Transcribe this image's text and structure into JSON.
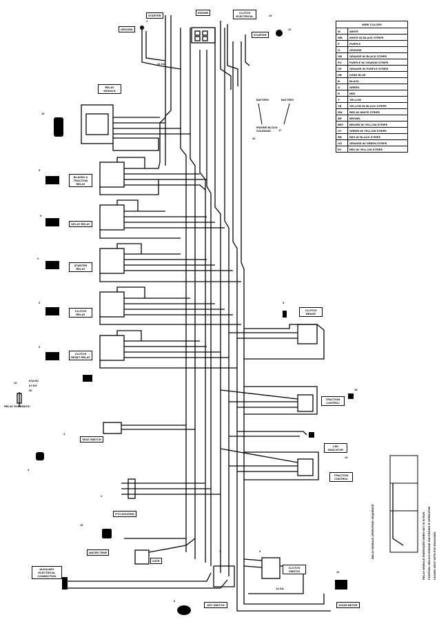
{
  "labels": {
    "starter_top": "STARTER",
    "engine": "ENGINE",
    "clutch_electrical": "CLUTCH ELECTRICAL",
    "ground": "GROUND",
    "starter_right": "STARTER",
    "relay_module": "RELAY MODULE",
    "battery_left": "BATTERY",
    "battery_right": "BATTERY",
    "engine_block_solenoid": "ENGINE BLOCK SOLENOID",
    "blades_traction_relay": "BLADES & TRACTION RELAY",
    "delay_relay": "DELAY RELAY",
    "starter_relay": "STARTER RELAY",
    "clutch_relay": "CLUTCH RELAY",
    "clutch_reset_relay": "CLUTCH RESET RELAY",
    "relay_schematic": "RELAY SCHEMATIC",
    "seat_switch": "SEAT SWITCH",
    "clutch_brake": "CLUTCH BRAKE",
    "traction_control_1": "TRACTION CONTROL",
    "traction_control_2": "TRACTION CONTROL",
    "led_indicator": "LED INDICATOR",
    "pto_housing": "PTO HOUSING",
    "water_temp": "WATER TEMP",
    "gate": "GATE",
    "clutch_switch": "CLUTCH SWITCH",
    "auxiliary_electrical": "AUXILIARY ELECTRICAL CONNECTION",
    "key_switch": "KEY SWITCH",
    "hour_meter": "HOUR METER",
    "gauge_14": "14 GA.",
    "relay_87a": "87A NC",
    "relay_87": "87 NO",
    "relay_30": "30"
  },
  "wire_colors": {
    "title": "WIRE COLORS",
    "rows": [
      {
        "code": "W",
        "name": "WHITE"
      },
      {
        "code": "WB",
        "name": "WHITE W/ BLACK STRIPE"
      },
      {
        "code": "P",
        "name": "PURPLE"
      },
      {
        "code": "O",
        "name": "ORANGE"
      },
      {
        "code": "OB",
        "name": "ORANGE W/ BLACK STRIPE"
      },
      {
        "code": "PO",
        "name": "PURPLE W/ ORANGE STRIPE"
      },
      {
        "code": "OP",
        "name": "ORANGE W/ PURPLE STRIPE"
      },
      {
        "code": "DB",
        "name": "DARK BLUE"
      },
      {
        "code": "B",
        "name": "BLACK"
      },
      {
        "code": "G",
        "name": "GREEN"
      },
      {
        "code": "R",
        "name": "RED"
      },
      {
        "code": "Y",
        "name": "YELLOW"
      },
      {
        "code": "YB",
        "name": "YELLOW W/ BLACK STRIPE"
      },
      {
        "code": "RW",
        "name": "RED W/ WHITE STRIPE"
      },
      {
        "code": "BR",
        "name": "BROWN"
      },
      {
        "code": "BRY",
        "name": "BROWN W/ YELLOW STRIPE"
      },
      {
        "code": "GY",
        "name": "GREEN W/ YELLOW STRIPE"
      },
      {
        "code": "RB",
        "name": "RED W/ BLACK STRIPE"
      },
      {
        "code": "OG",
        "name": "ORANGE W/ GREEN STRIPE"
      },
      {
        "code": "RY",
        "name": "RED W/ YELLOW STRIPE"
      }
    ]
  },
  "side_note": {
    "heading": "DELAY MODULE OPERATING SEQUENCE",
    "line1": "RELAY MODULE ENERGIZED WHEN KEY IS IN RUN",
    "line2": "POSITION. DELAYS ENGINE SHUTDOWN IF OPERATOR",
    "line3": "LEAVES SEAT WITH PTO ENGAGED."
  },
  "callouts": {
    "c1": "1",
    "c2": "2",
    "c3": "3",
    "c4": "4",
    "c5": "5",
    "c6": "6",
    "c7": "7",
    "c8": "8",
    "c9": "9",
    "c10": "10",
    "c11": "11",
    "c12": "12",
    "c13": "13",
    "c14": "14",
    "c15": "15",
    "c16": "16",
    "c17": "17",
    "c18": "18",
    "c19": "19"
  }
}
